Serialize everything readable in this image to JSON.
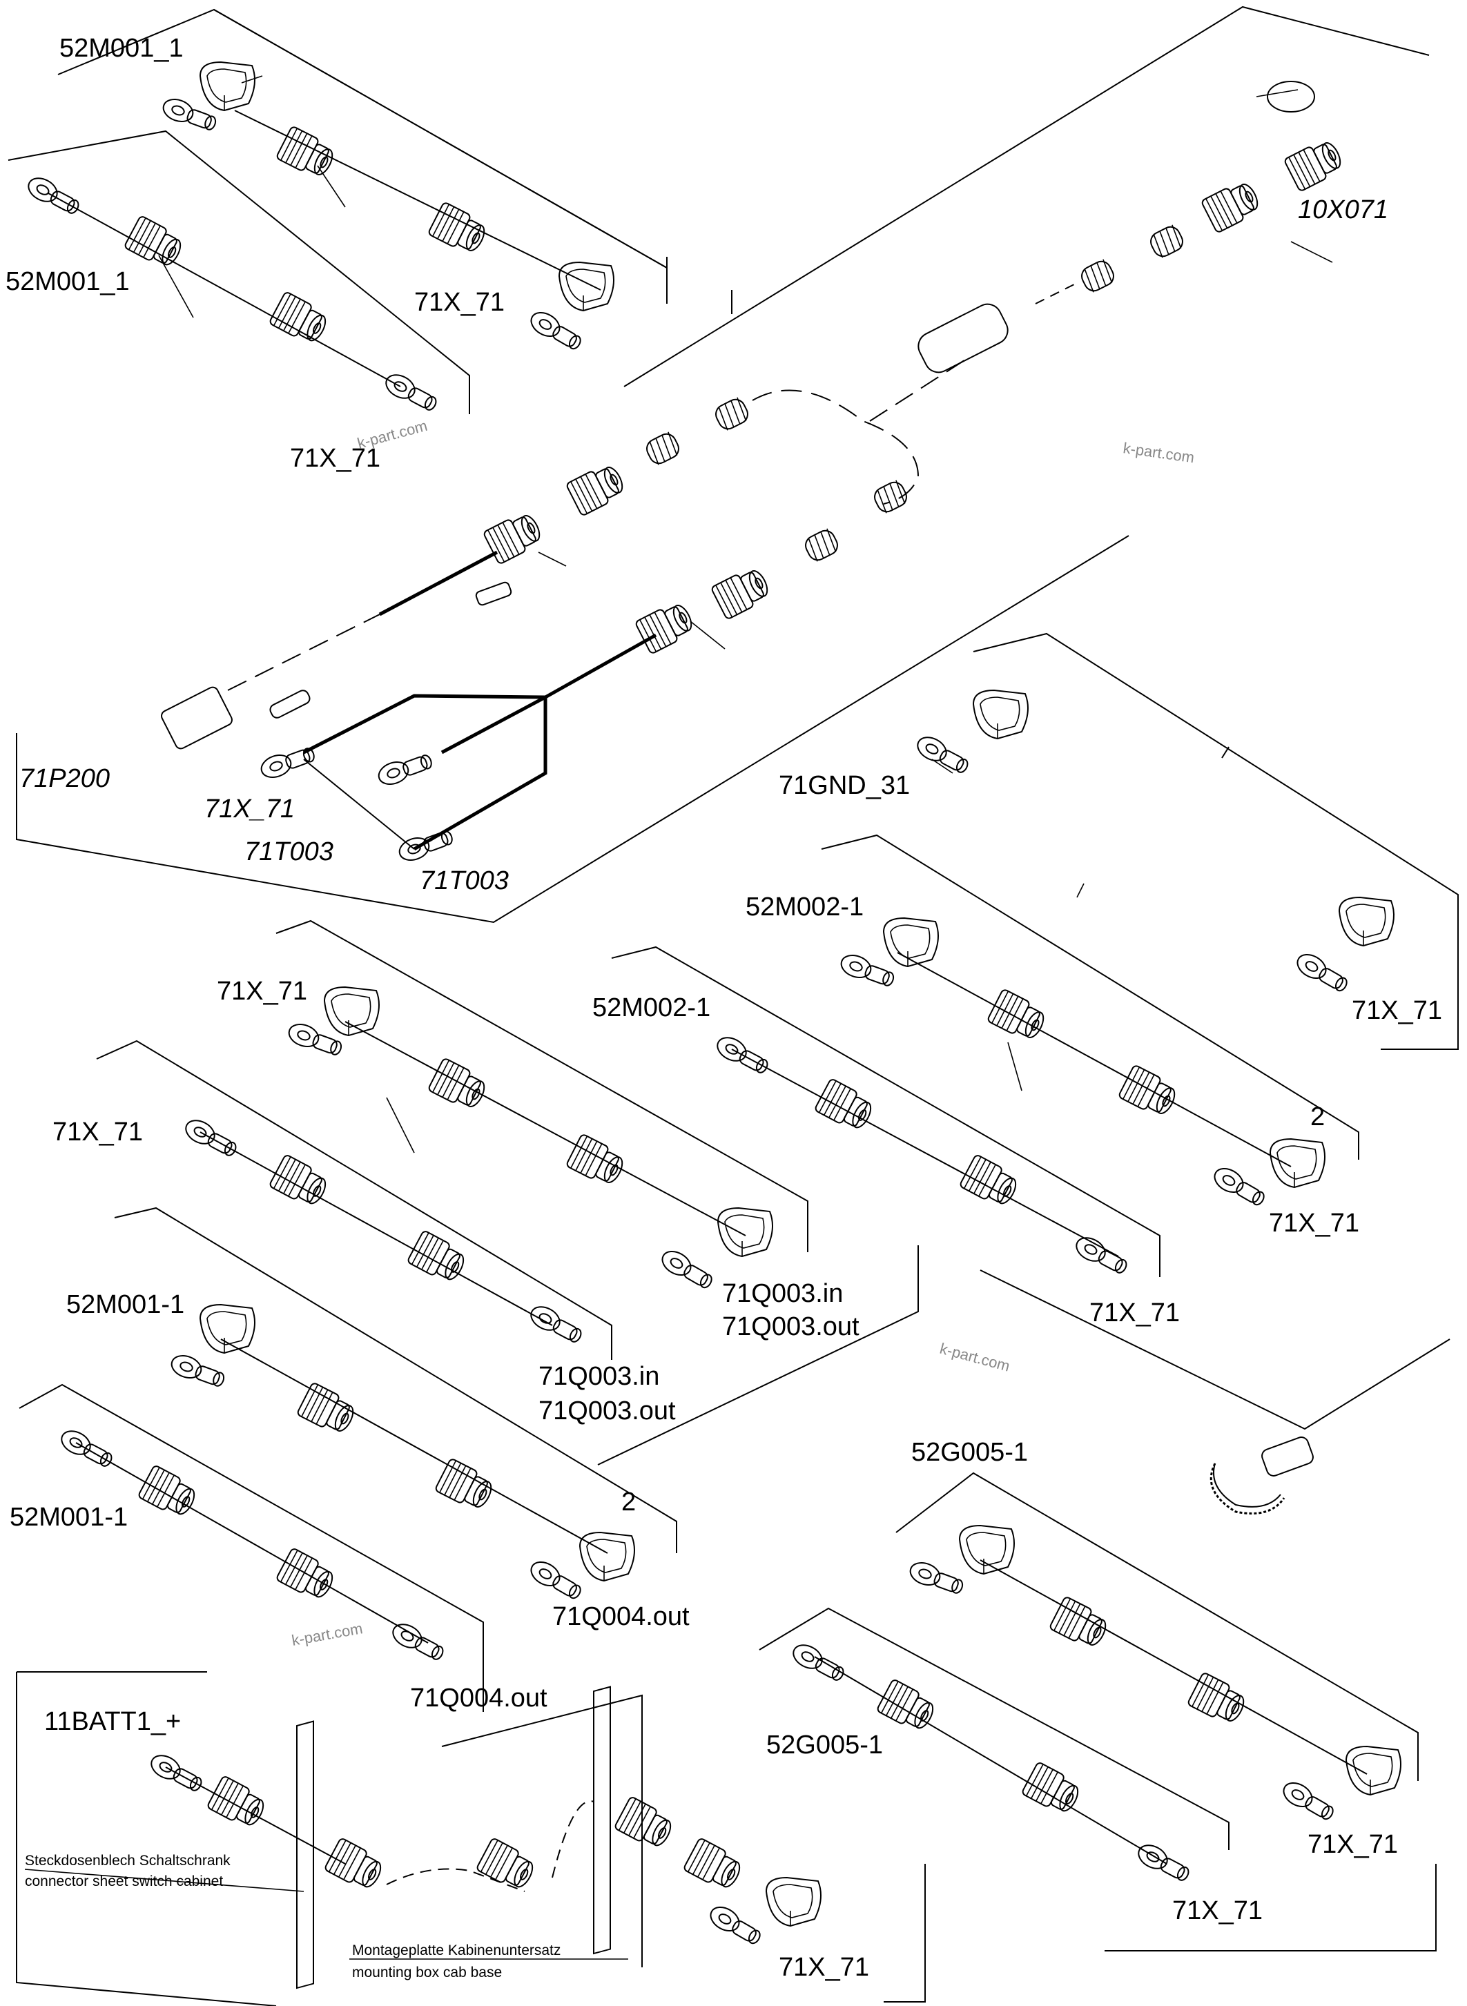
{
  "watermark": "k-part.com",
  "labels": {
    "l1": "52M001_1",
    "l2": "52M001_1",
    "l3": "71X_71",
    "l4": "71X_71",
    "l5": "10X071",
    "l6": "71P200",
    "l7": "71X_71",
    "l8": "71T003",
    "l9": "71T003",
    "l10": "71GND_31",
    "l11": "52M002-1",
    "l12": "71X_71",
    "l13": "71X_71",
    "l14": "52M002-1",
    "l15": "2",
    "l16": "71X_71",
    "l17": "71X_71",
    "l18": "71Q003.in",
    "l19": "71Q003.out",
    "l20": "71X_71",
    "l21": "52M001-1",
    "l22": "71Q003.in",
    "l23": "71Q003.out",
    "l24": "52G005-1",
    "l25": "2",
    "l26": "52M001-1",
    "l27": "71Q004.out",
    "l28": "71Q004.out",
    "l29": "11BATT1_+",
    "l30": "52G005-1",
    "l31": "71X_71",
    "l32": "71X_71",
    "l33": "71X_71"
  },
  "notes": {
    "cabinet_de": "Steckdosenblech Schaltschrank",
    "cabinet_en": "connector sheet switch cabinet",
    "mount_de": "Montageplatte Kabinenuntersatz",
    "mount_en": "mounting box cab base"
  }
}
